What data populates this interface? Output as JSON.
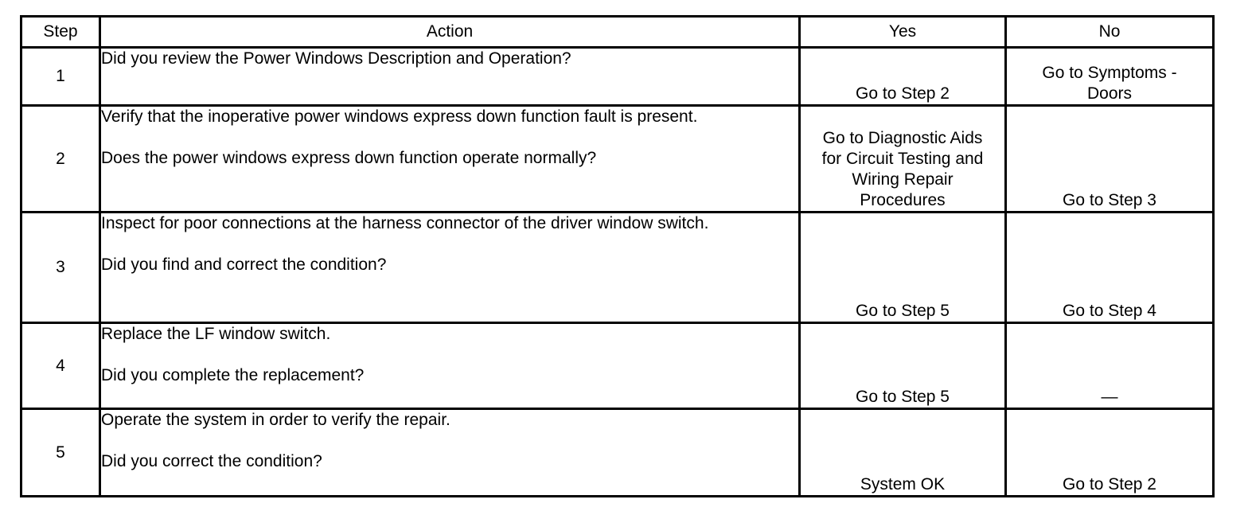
{
  "table": {
    "columns": [
      {
        "key": "step",
        "label": "Step"
      },
      {
        "key": "action",
        "label": "Action"
      },
      {
        "key": "yes",
        "label": "Yes"
      },
      {
        "key": "no",
        "label": "No"
      }
    ],
    "rows": [
      {
        "step": "1",
        "action_primary": "Did you review the Power Windows Description and Operation?",
        "action_question": "",
        "yes": "Go to Step 2",
        "no": "Go to Symptoms -\nDoors"
      },
      {
        "step": "2",
        "action_primary": "Verify that the inoperative power windows express down function fault is present.",
        "action_question": "Does the power windows express down function operate normally?",
        "yes": "Go to Diagnostic Aids\nfor Circuit Testing and\nWiring Repair\nProcedures",
        "no": "Go to Step 3"
      },
      {
        "step": "3",
        "action_primary": "Inspect for poor connections at the harness connector of the driver window switch.",
        "action_question": "Did you find and correct the condition?",
        "yes": "Go to Step 5",
        "no": "Go to Step 4"
      },
      {
        "step": "4",
        "action_primary": "Replace the LF window switch.",
        "action_question": "Did you complete the replacement?",
        "yes": "Go to Step 5",
        "no": "—"
      },
      {
        "step": "5",
        "action_primary": "Operate the system in order to verify the repair.",
        "action_question": "Did you correct the condition?",
        "yes": "System OK",
        "no": "Go to Step 2"
      }
    ]
  },
  "colors": {
    "border": "#000000",
    "background": "#ffffff",
    "text": "#000000"
  }
}
